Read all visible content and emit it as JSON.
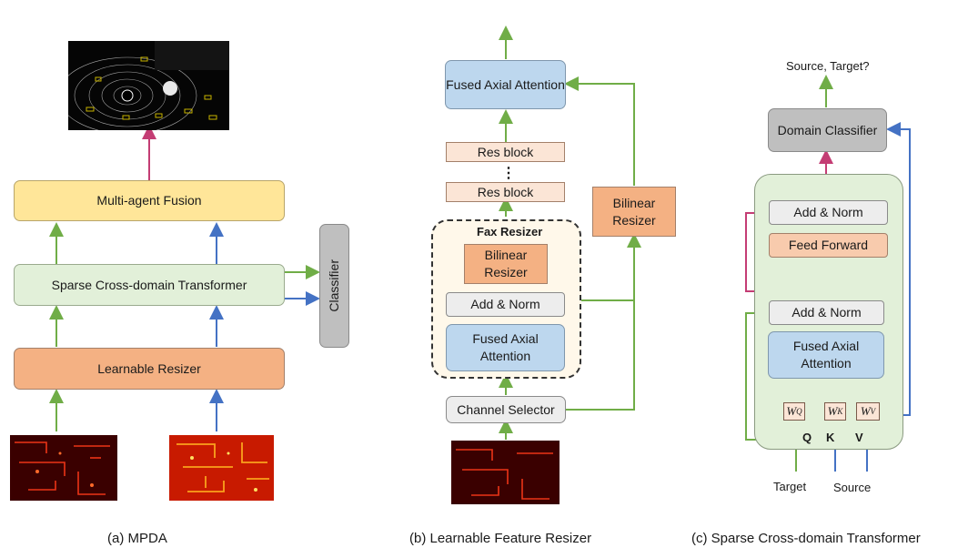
{
  "colors": {
    "green_arrow": "#70ad47",
    "blue_arrow": "#4472c4",
    "pink_arrow": "#c43d74",
    "dark_arrow": "#444444"
  },
  "panel_a": {
    "caption": "(a) MPDA",
    "fusion": "Multi-agent Fusion",
    "transformer": "Sparse Cross-domain Transformer",
    "resizer": "Learnable Resizer",
    "classifier": "Classifier"
  },
  "panel_b": {
    "caption": "(b) Learnable Feature Resizer",
    "fused_top": "Fused Axial Attention",
    "res_block_1": "Res block",
    "dots": "⋮",
    "res_block_2": "Res block",
    "fax_resizer_title": "Fax Resizer",
    "bilinear_inner": "Bilinear Resizer",
    "add_norm": "Add & Norm",
    "fused_inner": "Fused Axial Attention",
    "channel_selector": "Channel Selector",
    "bilinear_outer": "Bilinear Resizer"
  },
  "panel_c": {
    "caption": "(c) Sparse Cross-domain Transformer",
    "output_label": "Source, Target?",
    "domain_classifier": "Domain Classifier",
    "add_norm_top": "Add & Norm",
    "feed_forward": "Feed Forward",
    "add_norm_bottom": "Add & Norm",
    "fused_attention": "Fused Axial Attention",
    "wq": "W",
    "wq_sub": "Q",
    "wk": "W",
    "wk_sub": "K",
    "wv": "W",
    "wv_sub": "V",
    "q_label": "Q",
    "k_label": "K",
    "v_label": "V",
    "target_label": "Target",
    "source_label": "Source"
  }
}
